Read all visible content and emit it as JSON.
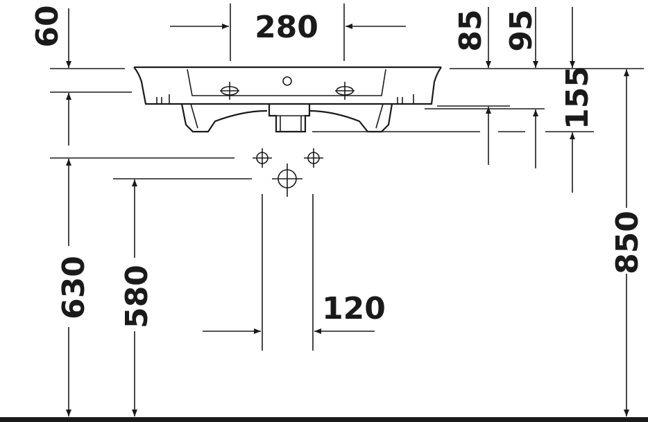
{
  "dimensions": {
    "d_280": "280",
    "d_60": "60",
    "d_85": "85",
    "d_95": "95",
    "d_155": "155",
    "d_850": "850",
    "d_630": "630",
    "d_580": "580",
    "d_120": "120"
  },
  "colors": {
    "ink": "#1a1a1a",
    "background": "#ffffff"
  }
}
